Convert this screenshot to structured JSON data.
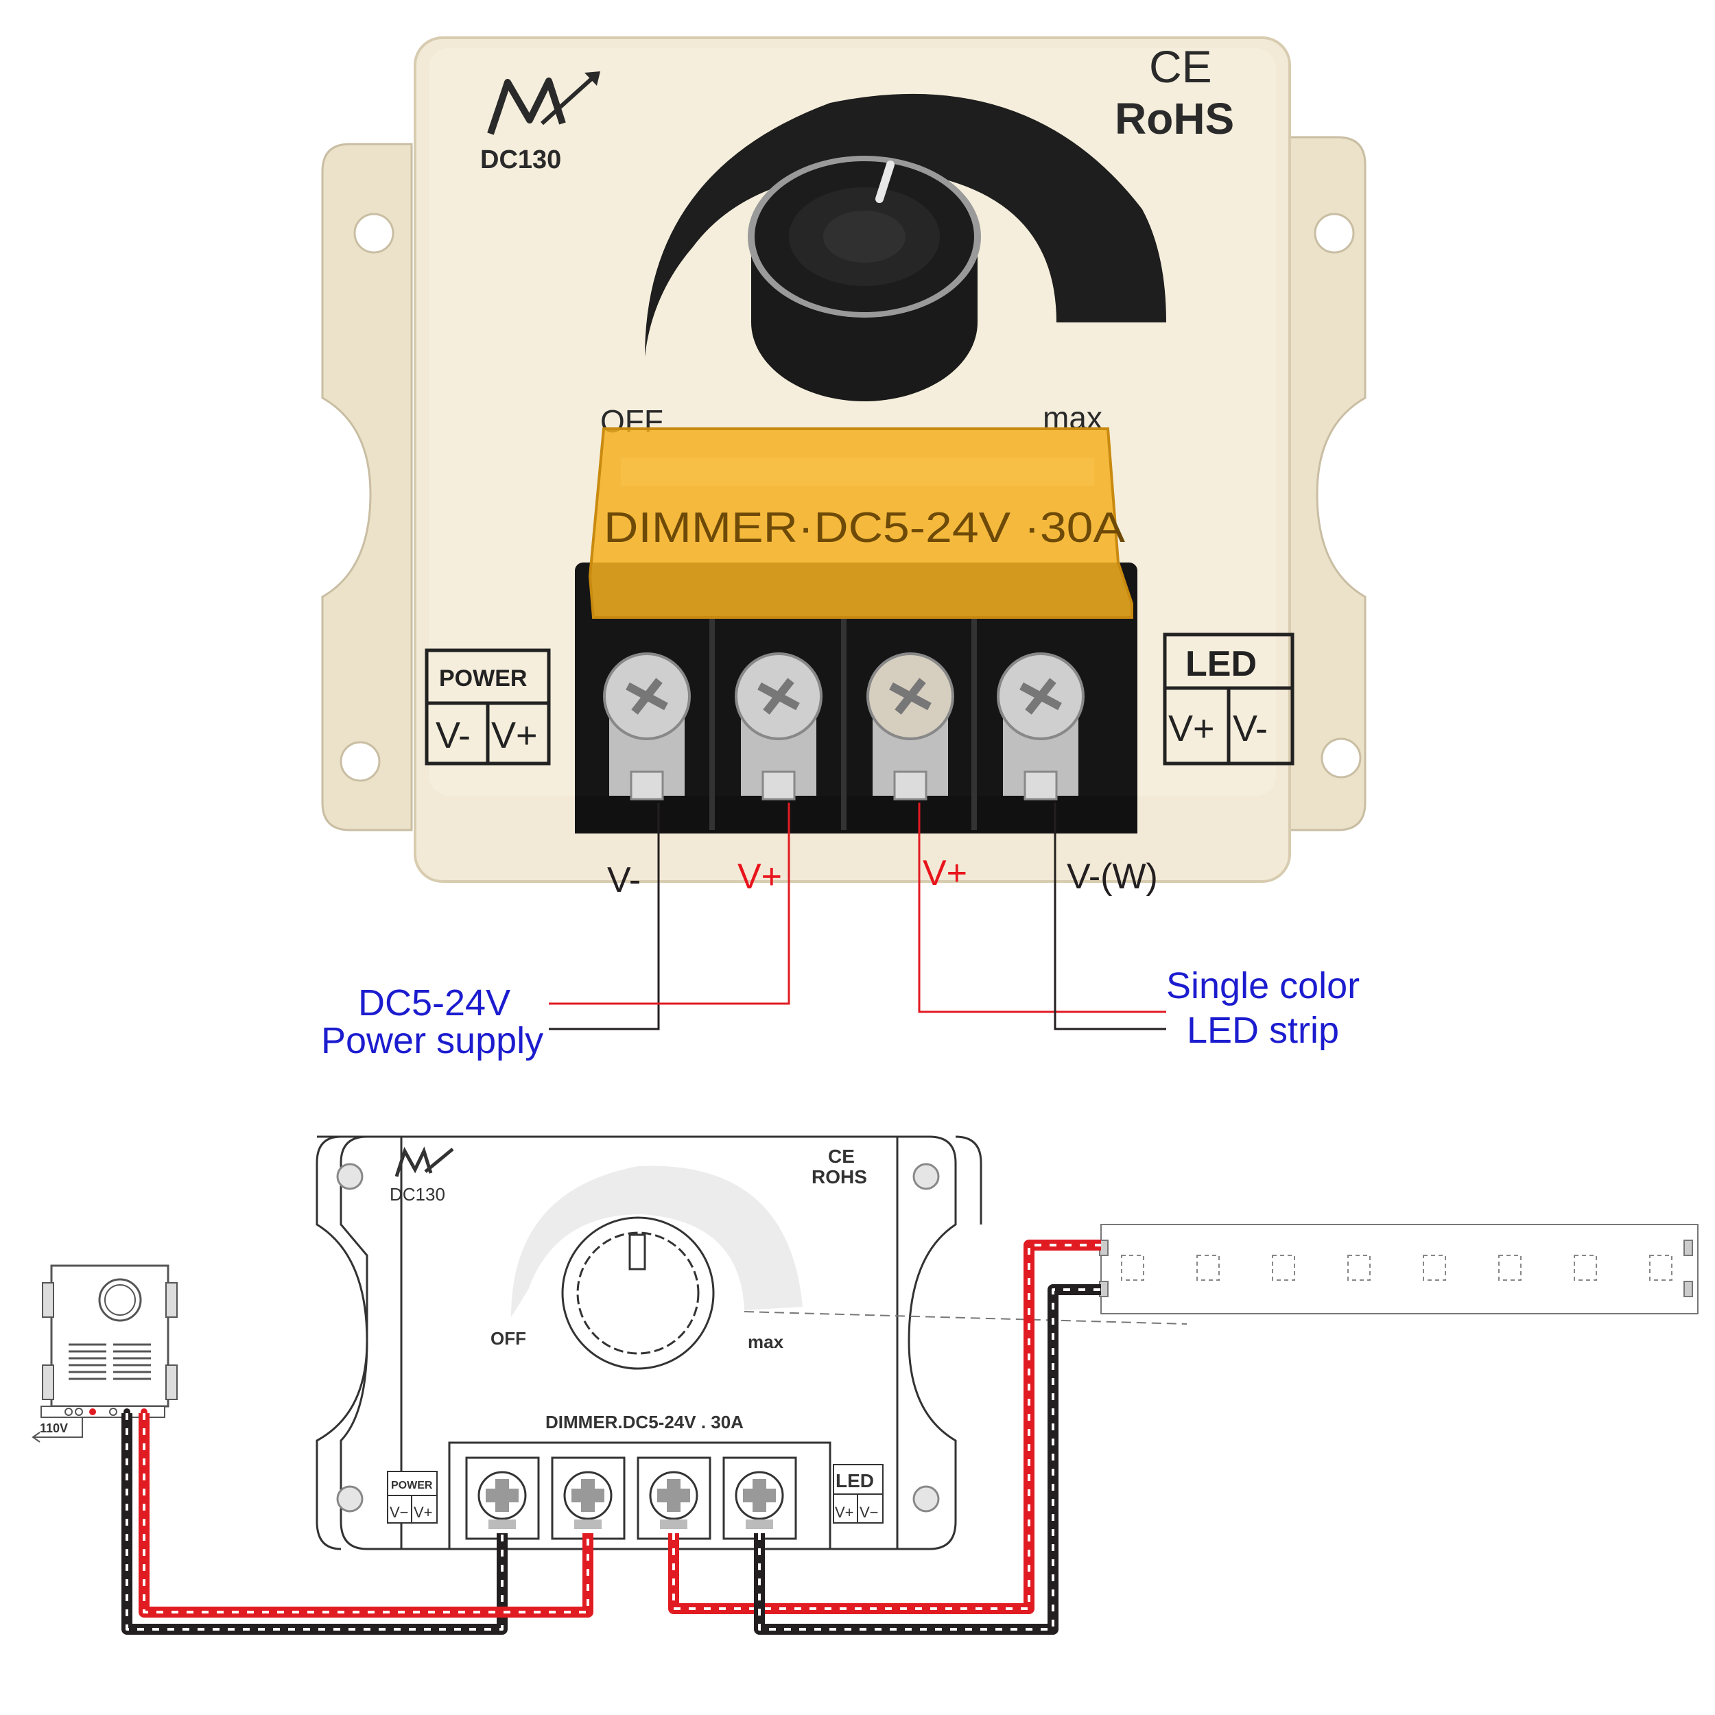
{
  "device": {
    "brand_mark": "MV",
    "model": "DC130",
    "cert_ce": "CE",
    "cert_rohs": "RoHS",
    "knob_off": "OFF",
    "knob_max": "max",
    "cover_text": "DIMMER·DC5-24V ·30A",
    "power_box_title": "POWER",
    "power_vminus": "V-",
    "power_vplus": "V+",
    "led_box_title": "LED",
    "led_vplus": "V+",
    "led_vminus": "V-"
  },
  "wiring_top": {
    "terminal_labels": [
      "V-",
      "V+",
      "V+",
      "V-(W)"
    ],
    "power_supply_line1": "DC5-24V",
    "power_supply_line2": "Power supply",
    "led_strip_line1": "Single color",
    "led_strip_line2": "LED strip"
  },
  "drawing": {
    "model": "DC130",
    "cert_ce": "CE",
    "cert_rohs": "ROHS",
    "knob_off": "OFF",
    "knob_max": "max",
    "dimmer_label": "DIMMER.DC5-24V . 30A",
    "power_title": "POWER",
    "power_vminus": "V−",
    "power_vplus": "V+",
    "led_title": "LED",
    "led_vplus": "V+",
    "led_vminus": "V−",
    "supply_voltage": "110V"
  },
  "colors": {
    "housing": "#f2ead7",
    "cover": "#f5b021",
    "wire_red": "#e11b22",
    "wire_black": "#231f20",
    "label_blue": "#1c1ccf",
    "label_red": "#e8141c"
  }
}
